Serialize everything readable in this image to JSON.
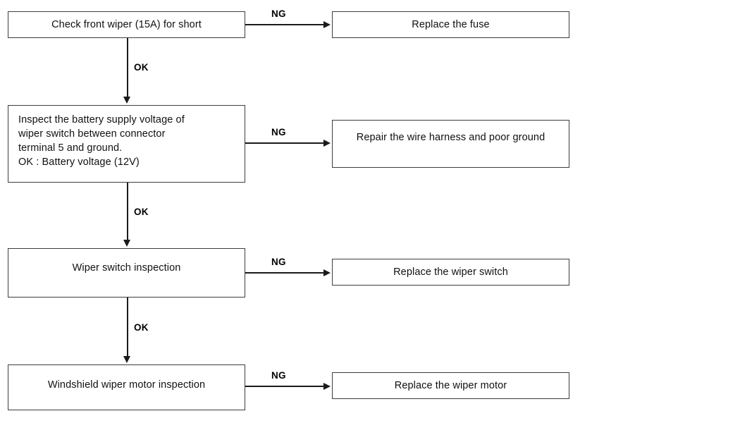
{
  "diagram": {
    "title": "Windshield wiper troubleshooting flowchart",
    "colors": {
      "box_border": "#3d3d3d",
      "line": "#1a1a1a",
      "background": "#ffffff",
      "text": "#111111"
    },
    "nodes": {
      "check_fuse": "Check front wiper (15A) for short",
      "replace_fuse": "Replace the fuse",
      "inspect_voltage": "Inspect the battery supply voltage of\nwiper switch between connector\nterminal 5 and ground.\nOK : Battery voltage (12V)",
      "repair_harness": "Repair the wire harness and poor ground",
      "wiper_switch_inspection": "Wiper switch inspection",
      "replace_wiper_switch": "Replace the wiper switch",
      "motor_inspection": "Windshield wiper motor inspection",
      "replace_wiper_motor": "Replace the wiper motor"
    },
    "edges": {
      "ng_1": "NG",
      "ng_2": "NG",
      "ng_3": "NG",
      "ng_4": "NG",
      "ok_1": "OK",
      "ok_2": "OK",
      "ok_3": "OK"
    }
  }
}
